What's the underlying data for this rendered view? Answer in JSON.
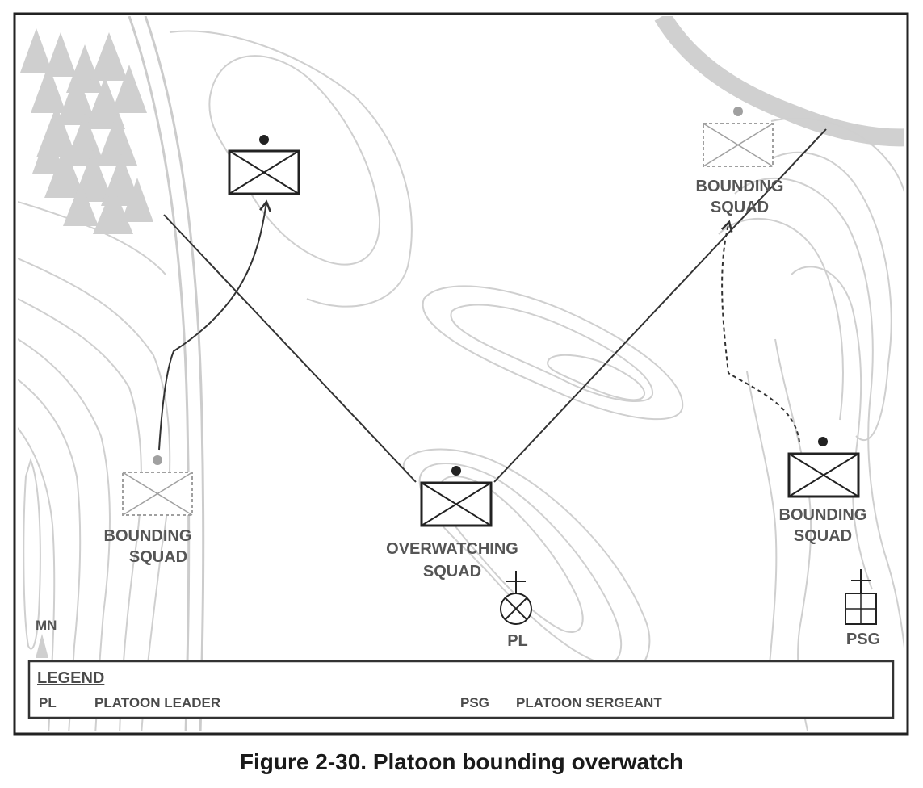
{
  "figure": {
    "caption": "Figure 2-30. Platoon bounding overwatch"
  },
  "map": {
    "north_marker": "MN",
    "units": {
      "bounding_squad_left": {
        "line1": "BOUNDING",
        "line2": "SQUAD"
      },
      "bounding_squad_top_right": {
        "line1": "BOUNDING",
        "line2": "SQUAD"
      },
      "overwatching_squad": {
        "line1": "OVERWATCHING",
        "line2": "SQUAD"
      },
      "bounding_squad_right": {
        "line1": "BOUNDING",
        "line2": "SQUAD"
      }
    },
    "leaders": {
      "pl": "PL",
      "psg": "PSG"
    }
  },
  "legend": {
    "title": "LEGEND",
    "entries": [
      {
        "abbr": "PL",
        "meaning": "PLATOON LEADER"
      },
      {
        "abbr": "PSG",
        "meaning": "PLATOON SERGEANT"
      }
    ]
  },
  "colors": {
    "terrain": "#cfcfcf",
    "symbol": "#222222",
    "ghost_symbol": "#a0a0a0",
    "label": "#555555"
  }
}
